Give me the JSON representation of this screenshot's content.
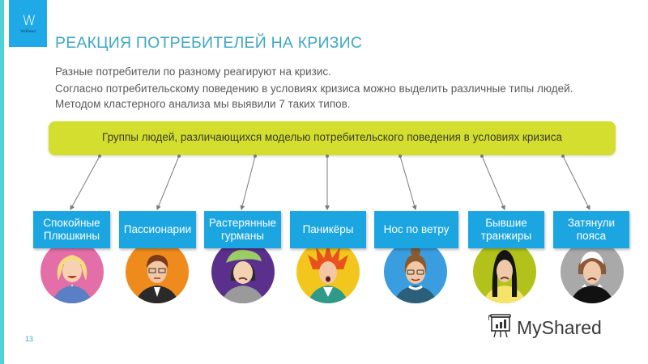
{
  "logo": {
    "mark": "W",
    "name": "Wellhead"
  },
  "slide": {
    "title": "РЕАКЦИЯ ПОТРЕБИТЕЛЕЙ НА КРИЗИС",
    "paragraphs": [
      "Разные потребители по разному реагируют на кризис.",
      "Согласно потребительскому поведению в условиях кризиса можно выделить различные типы людей.",
      "Методом кластерного анализа мы выявили 7 таких типов."
    ],
    "banner": "Группы людей, различающихся моделью потребительского поведения в условиях кризиса",
    "groups": [
      {
        "label": "Спокойные Плюшкины",
        "avatar_bg": "#e46fa8",
        "avatar": "laughing-blonde-woman"
      },
      {
        "label": "Пассионарии",
        "avatar_bg": "#ef8a1c",
        "avatar": "man-with-glasses"
      },
      {
        "label": "Растерянные гурманы",
        "avatar_bg": "#5b2f8c",
        "avatar": "woman-in-green-hat"
      },
      {
        "label": "Паникёры",
        "avatar_bg": "#f2c61c",
        "avatar": "man-with-flaming-hair"
      },
      {
        "label": "Нос по ветру",
        "avatar_bg": "#3a9de0",
        "avatar": "woman-with-glasses"
      },
      {
        "label": "Бывшие транжиры",
        "avatar_bg": "#b3c21a",
        "avatar": "sad-long-haired-woman"
      },
      {
        "label": "Затянули пояса",
        "avatar_bg": "#a9a9a9",
        "avatar": "woman-in-headscarf"
      }
    ],
    "page_number": "13"
  },
  "watermark": {
    "text": "MyShared"
  },
  "colors": {
    "accent_teal": "#4fd3d6",
    "title": "#3ea8c4",
    "banner": "#d4de2e",
    "box": "#1ba6e2"
  }
}
